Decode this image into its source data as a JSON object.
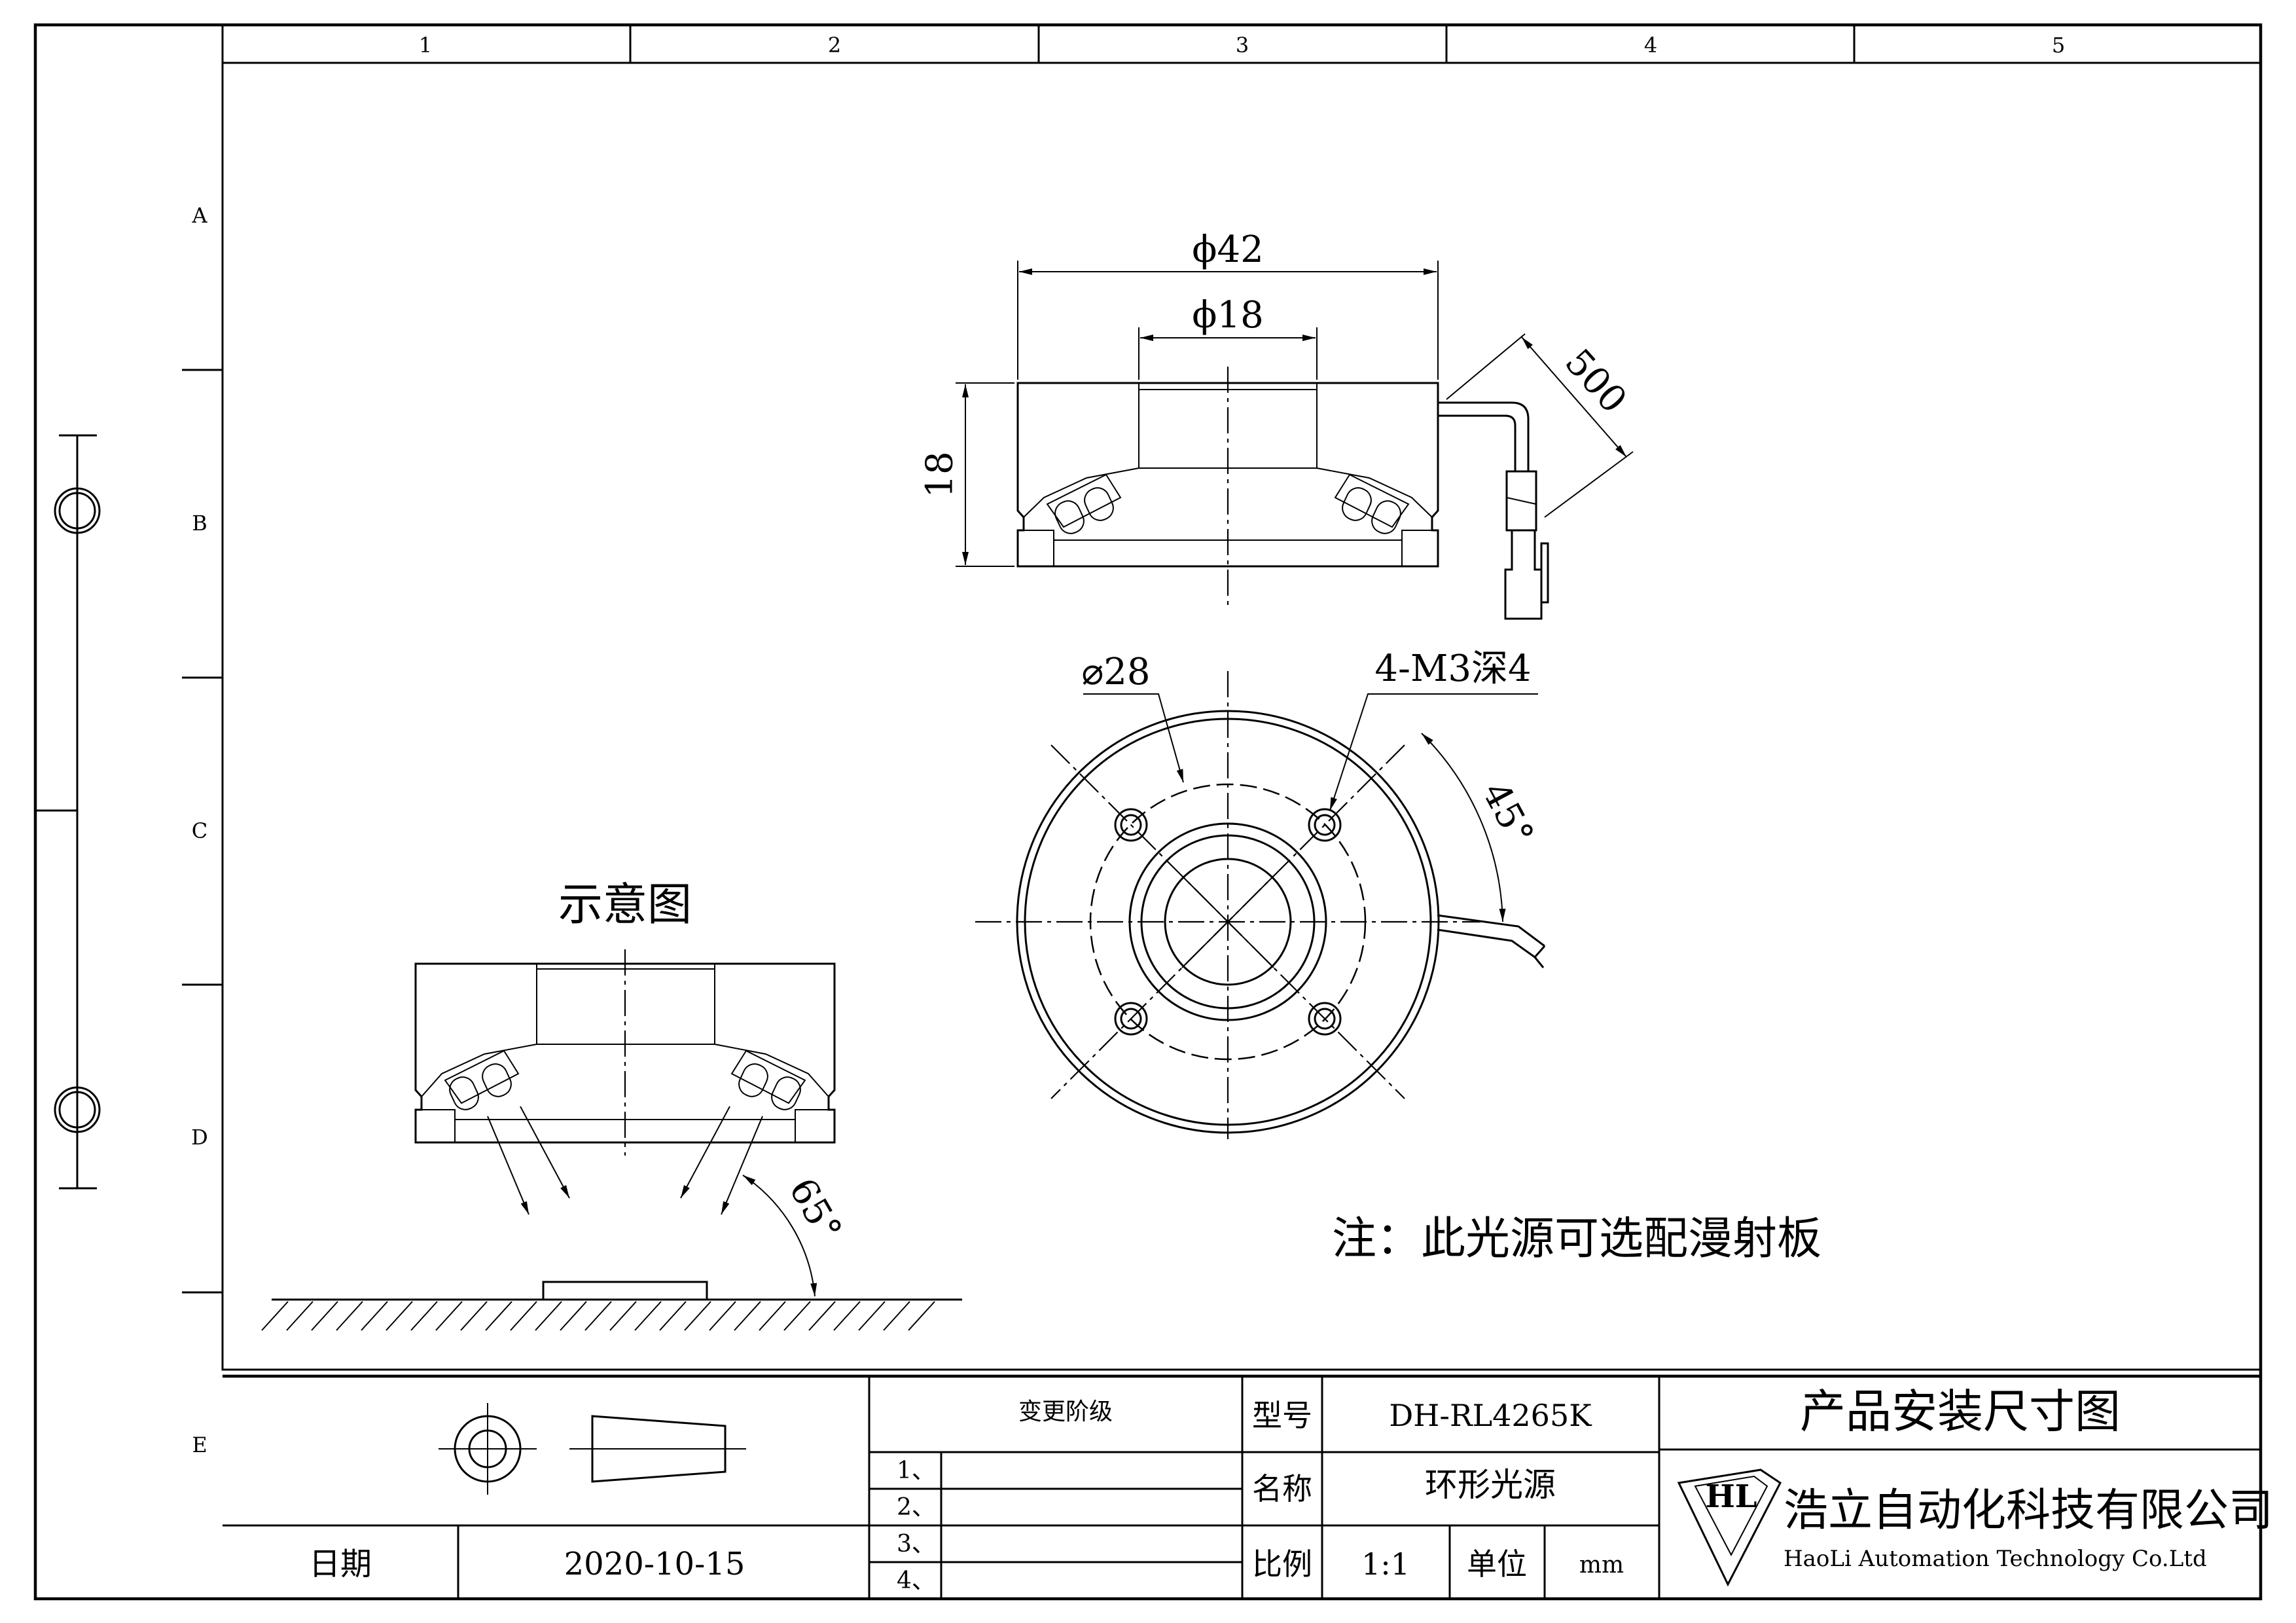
{
  "zones": {
    "columns": [
      "1",
      "2",
      "3",
      "4",
      "5"
    ],
    "rows": [
      "A",
      "B",
      "C",
      "D",
      "E"
    ]
  },
  "side_view": {
    "dia_outer": "ϕ42",
    "dia_inner": "ϕ18",
    "height": "18",
    "cable_length": "500"
  },
  "top_view": {
    "bolt_circle": "⌀28",
    "holes": "4-M3深4",
    "angle": "45°"
  },
  "schematic": {
    "title": "示意图",
    "angle": "65°"
  },
  "note": "注：此光源可选配漫射板",
  "title_block": {
    "change_level_label": "变更阶级",
    "change_rows": [
      "1、",
      "2、",
      "3、",
      "4、"
    ],
    "date_label": "日期",
    "date_value": "2020-10-15",
    "model_label": "型号",
    "model_value": "DH-RL4265K",
    "name_label": "名称",
    "name_value": "环形光源",
    "scale_label": "比例",
    "scale_value": "1:1",
    "unit_label": "单位",
    "unit_value": "mm",
    "drawing_title": "产品安装尺寸图",
    "company_cn": "浩立自动化科技有限公司",
    "company_en": "HaoLi Automation Technology Co.Ltd",
    "logo_text": "HL"
  }
}
